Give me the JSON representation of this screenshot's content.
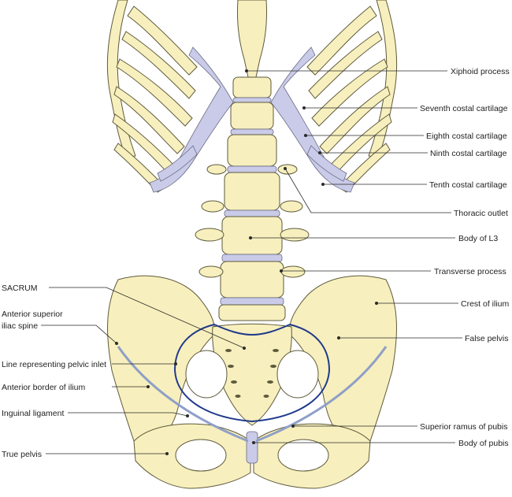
{
  "labels": {
    "xiphoid": "Xiphoid process",
    "seventh_cc": "Seventh costal cartilage",
    "eighth_cc": "Eighth costal cartilage",
    "ninth_cc": "Ninth costal cartilage",
    "tenth_cc": "Tenth costal cartilage",
    "thoracic_outlet": "Thoracic outlet",
    "body_l3": "Body of L3",
    "transverse_process": "Transverse process",
    "crest_ilium": "Crest of ilium",
    "false_pelvis": "False pelvis",
    "superior_ramus": "Superior ramus of pubis",
    "body_pubis": "Body of pubis",
    "sacrum": "SACRUM",
    "asis_line1": "Anterior superior",
    "asis_line2": "iliac spine",
    "pelvic_inlet": "Line representing pelvic inlet",
    "anterior_border": "Anterior border of ilium",
    "inguinal": "Inguinal ligament",
    "true_pelvis": "True pelvis"
  },
  "colors": {
    "bone": "#f7efbd",
    "cartilage": "#c9cbe8",
    "inlet_line": "#1f3a8c"
  }
}
